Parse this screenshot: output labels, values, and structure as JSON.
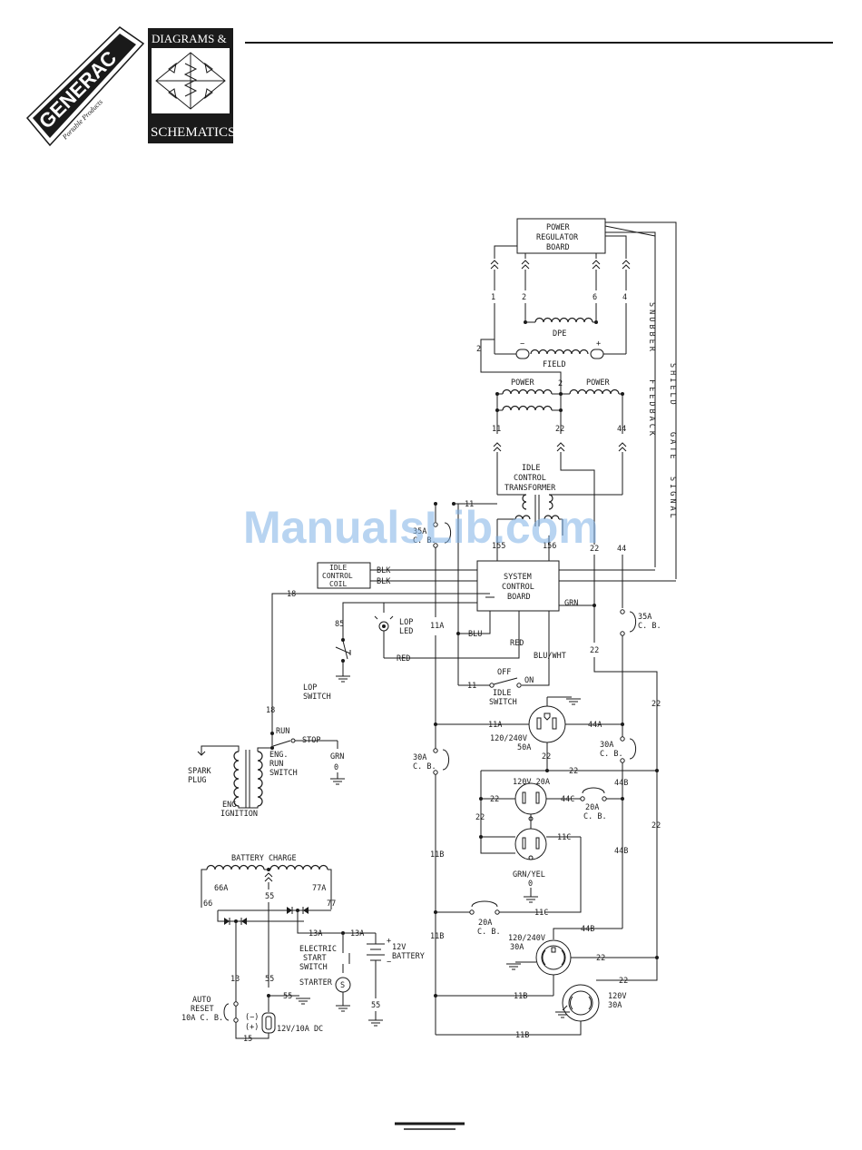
{
  "header": {
    "brand": "GENERAC",
    "brand_sub": "Portable Products",
    "book_title_1": "DIAGRAMS &",
    "book_title_2": "SCHEMATICS"
  },
  "watermark": "ManualsLib.com",
  "components": {
    "power_regulator_board": [
      "POWER",
      "REGULATOR",
      "BOARD"
    ],
    "dpe": "DPE",
    "field": "FIELD",
    "field_minus": "−",
    "field_plus": "+",
    "power_left": "POWER",
    "power_right": "POWER",
    "idle_control_transformer": [
      "IDLE",
      "CONTROL",
      "TRANSFORMER"
    ],
    "system_control_board": [
      "SYSTEM",
      "CONTROL",
      "BOARD"
    ],
    "idle_control_coil": [
      "IDLE",
      "CONTROL",
      "COIL"
    ],
    "lop_led": [
      "LOP",
      "LED"
    ],
    "lop_switch": [
      "LOP",
      "SWITCH"
    ],
    "idle_switch": [
      "IDLE",
      "SWITCH"
    ],
    "idle_switch_off": "OFF",
    "idle_switch_on": "ON",
    "eng_run_switch": [
      "ENG.",
      "RUN",
      "SWITCH"
    ],
    "run": "RUN",
    "stop": "STOP",
    "spark_plug": [
      "SPARK",
      "PLUG"
    ],
    "eng_ignition": [
      "ENG.",
      "IGNITION"
    ],
    "battery_charge": "BATTERY CHARGE",
    "electric_start_switch": [
      "ELECTRIC",
      "START",
      "SWITCH"
    ],
    "starter": "STARTER",
    "starter_symbol": "S",
    "battery": [
      "12V",
      "BATTERY"
    ],
    "battery_plus": "+",
    "battery_minus": "−",
    "auto_reset": [
      "AUTO",
      "RESET",
      "10A C. B."
    ],
    "dc_outlet": "12V/10A DC",
    "dc_minus": "(−)",
    "dc_plus": "(+)",
    "cb_35a_left": [
      "35A",
      "C. B."
    ],
    "cb_35a_right": [
      "35A",
      "C. B."
    ],
    "cb_30a_left": [
      "30A",
      "C. B."
    ],
    "cb_30a_right": [
      "30A",
      "C. B."
    ],
    "cb_20a_right": [
      "20A",
      "C. B."
    ],
    "cb_20a_bottom": [
      "20A",
      "C. B."
    ],
    "recept_120_240_50a": [
      "120/240V",
      "50A"
    ],
    "recept_120v_20a": "120V  20A",
    "grn_yel": [
      "GRN/YEL",
      "0"
    ],
    "recept_120_240_30a": [
      "120/240V",
      "30A"
    ],
    "recept_120v_30a": [
      "120V",
      "30A"
    ],
    "vertical_snubber": "SNUBBER",
    "vertical_feedback": "FEEDBACK",
    "vertical_shield": "SHIELD",
    "vertical_gate": "GATE",
    "vertical_signal": "SIGNAL"
  },
  "wire_labels": {
    "w1": "1",
    "w2": "2",
    "w6": "6",
    "w4": "4",
    "w2b": "2",
    "w2c": "2",
    "w11a_top": "11",
    "w22_top": "22",
    "w44_top": "44",
    "w11_idle": "11",
    "w155": "155",
    "w156": "156",
    "w22_mid": "22",
    "w44_mid": "44",
    "blk1": "BLK",
    "blk2": "BLK",
    "w18": "18",
    "grn_scb": "GRN",
    "w85": "85",
    "blu": "BLU",
    "red1": "RED",
    "red2": "RED",
    "blu_wht": "BLU/WHT",
    "w11_idlesw": "11",
    "w11a_left": "11A",
    "w11a_recept": "11A",
    "w44a_recept": "44A",
    "w22_right1": "22",
    "w22_right2": "22",
    "w22_right3": "22",
    "w22_recept50": "22",
    "w22_hline": "22",
    "w44b_1": "44B",
    "w44b_2": "44B",
    "w44b_3": "44B",
    "w22_20a_left": "22",
    "w44c": "44C",
    "w22_loop": "22",
    "w11c_1": "11C",
    "w11c_2": "11C",
    "w11b_1": "11B",
    "w11b_2": "11B",
    "w11b_3": "11B",
    "w11b_4": "11B",
    "w22_30a": "22",
    "w22_30a_b": "22",
    "w18_ign": "18",
    "grn_ign": "GRN",
    "grn_zero": "0",
    "w66a": "66A",
    "w55": "55",
    "w77a": "77A",
    "w66": "66",
    "w77": "77",
    "w13a_1": "13A",
    "w13a_2": "13A",
    "w13": "13",
    "w55_b": "55",
    "w55_c": "55",
    "w15": "15",
    "w55_batt": "55"
  }
}
